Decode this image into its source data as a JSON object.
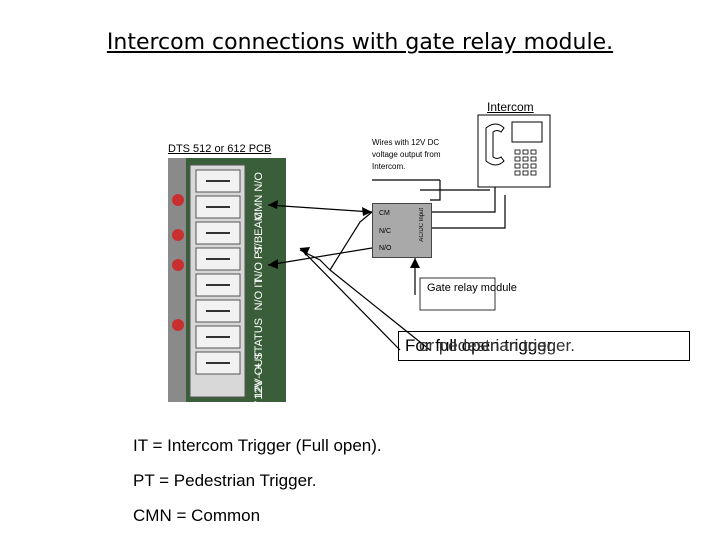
{
  "title": "Intercom connections with gate relay module.",
  "labels": {
    "intercom": "Intercom",
    "pcb": "DTS 512 or 612 PCB",
    "wires": "Wires with 12V DC voltage output from Intercom.",
    "gate_relay": "Gate relay module",
    "ac_dc_input": "AC/DC Input"
  },
  "relay_terminals": [
    "CM",
    "N/C",
    "N/O"
  ],
  "pcb_terminals": [
    "CMN N/O",
    "S/BEAM",
    "N/O PT",
    "N/O IT",
    "– + STATUS",
    "+V 12V OUT",
    "0V 12V"
  ],
  "trigger_overlay": {
    "text_a": "For full open trigger.",
    "text_b": "or pedestrian trigger."
  },
  "legend": [
    "IT = Intercom Trigger (Full open).",
    "PT = Pedestrian Trigger.",
    "CMN  = Common"
  ],
  "colors": {
    "pcb_green": "#3a5e3a",
    "relay_grey": "#a9a9a9",
    "led_red": "#c83030"
  }
}
